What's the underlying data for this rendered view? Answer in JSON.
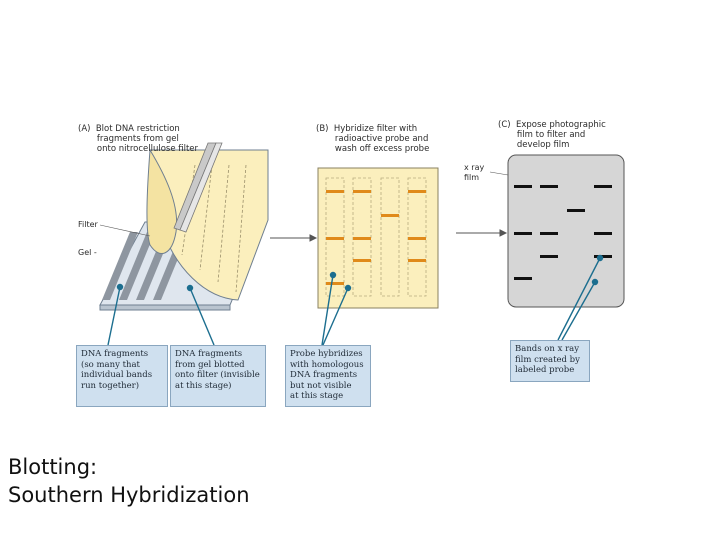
{
  "panel_a": {
    "title": "(A)  Blot DNA restriction\n       fragments from gel\n       onto nitrocellulose filter",
    "filter_label": "Filter",
    "gel_label": "Gel -"
  },
  "panel_b": {
    "title": "(B)  Hybridize filter with\n       radioactive probe and\n       wash off excess probe"
  },
  "panel_c": {
    "title": "(C)  Expose photographic\n       film to filter and\n       develop film",
    "film_label": "x ray\nfilm"
  },
  "captions": {
    "dna_fragments_gel": "DNA fragments\n(so many that\nindividual bands\nrun together)",
    "dna_fragments_filter": "DNA fragments\nfrom gel blotted\nonto filter (invisible\nat this stage)",
    "probe_hybridizes": "Probe hybridizes\nwith homologous\nDNA fragments\nbut not visible\nat this stage",
    "bands_on_xray": "Bands on x ray\nfilm created by\nlabeled probe"
  },
  "slide_title": {
    "line1": "Blotting:",
    "line2": "Southern Hybridization"
  },
  "colors": {
    "filter_yellow": "#fbefbd",
    "band_orange": "#e08a1a",
    "film_gray": "#d6d6d6",
    "caption_blue": "#cfe0ef",
    "pointer_teal": "#1c6e8f"
  }
}
